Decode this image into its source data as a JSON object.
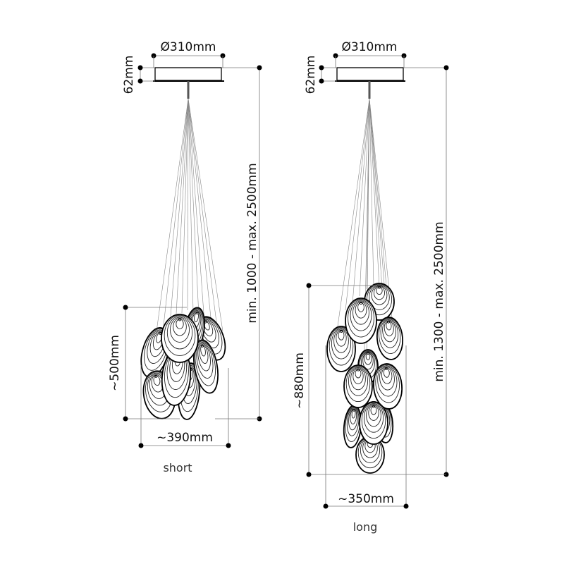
{
  "short": {
    "canopy_diameter": "Ø310mm",
    "canopy_height": "62mm",
    "drop_range": "min. 1000 - max. 2500mm",
    "cluster_height": "~500mm",
    "cluster_width": "~390mm",
    "caption": "short"
  },
  "long": {
    "canopy_diameter": "Ø310mm",
    "canopy_height": "62mm",
    "drop_range": "min. 1300 - max. 2500mm",
    "cluster_height": "~880mm",
    "cluster_width": "~350mm",
    "caption": "long"
  }
}
